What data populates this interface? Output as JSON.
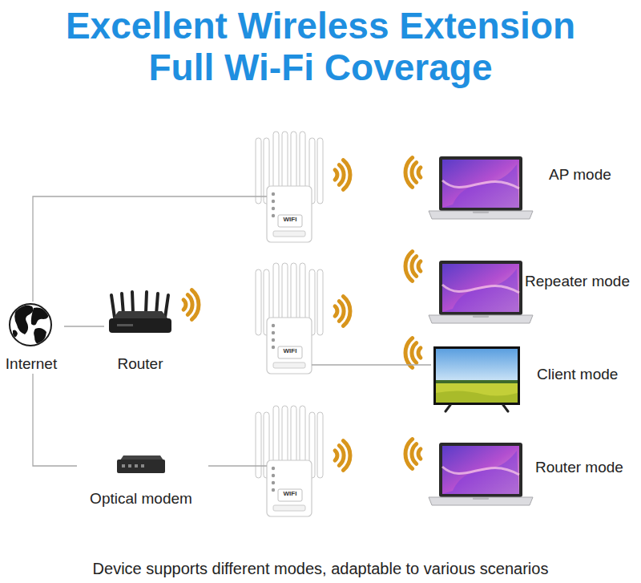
{
  "diagram": {
    "title": "Excellent Wireless Extension Full Wi-Fi Coverage",
    "caption": "Device supports different modes, adaptable to various scenarios",
    "nodes": [
      {
        "text": [
          "Internet"
        ]
      },
      {
        "text": [
          "Router"
        ]
      },
      {
        "text": [
          "Optical modem"
        ]
      },
      {
        "text": [
          "WIFI"
        ]
      },
      {
        "text": [
          "WIFI"
        ]
      },
      {
        "text": [
          "WIFI"
        ]
      },
      {
        "text": [
          "AP mode"
        ]
      },
      {
        "text": [
          "Repeater mode"
        ]
      },
      {
        "text": [
          "Client mode"
        ]
      },
      {
        "text": [
          "Router mode"
        ]
      }
    ],
    "edges": [
      {
        "from": 0,
        "to": 1,
        "arrow": "none"
      },
      {
        "from": 0,
        "to": 3,
        "arrow": "none"
      },
      {
        "from": 0,
        "to": 2,
        "arrow": "none"
      },
      {
        "from": 2,
        "to": 5,
        "arrow": "none"
      },
      {
        "from": 4,
        "to": 8,
        "arrow": "none"
      }
    ]
  }
}
